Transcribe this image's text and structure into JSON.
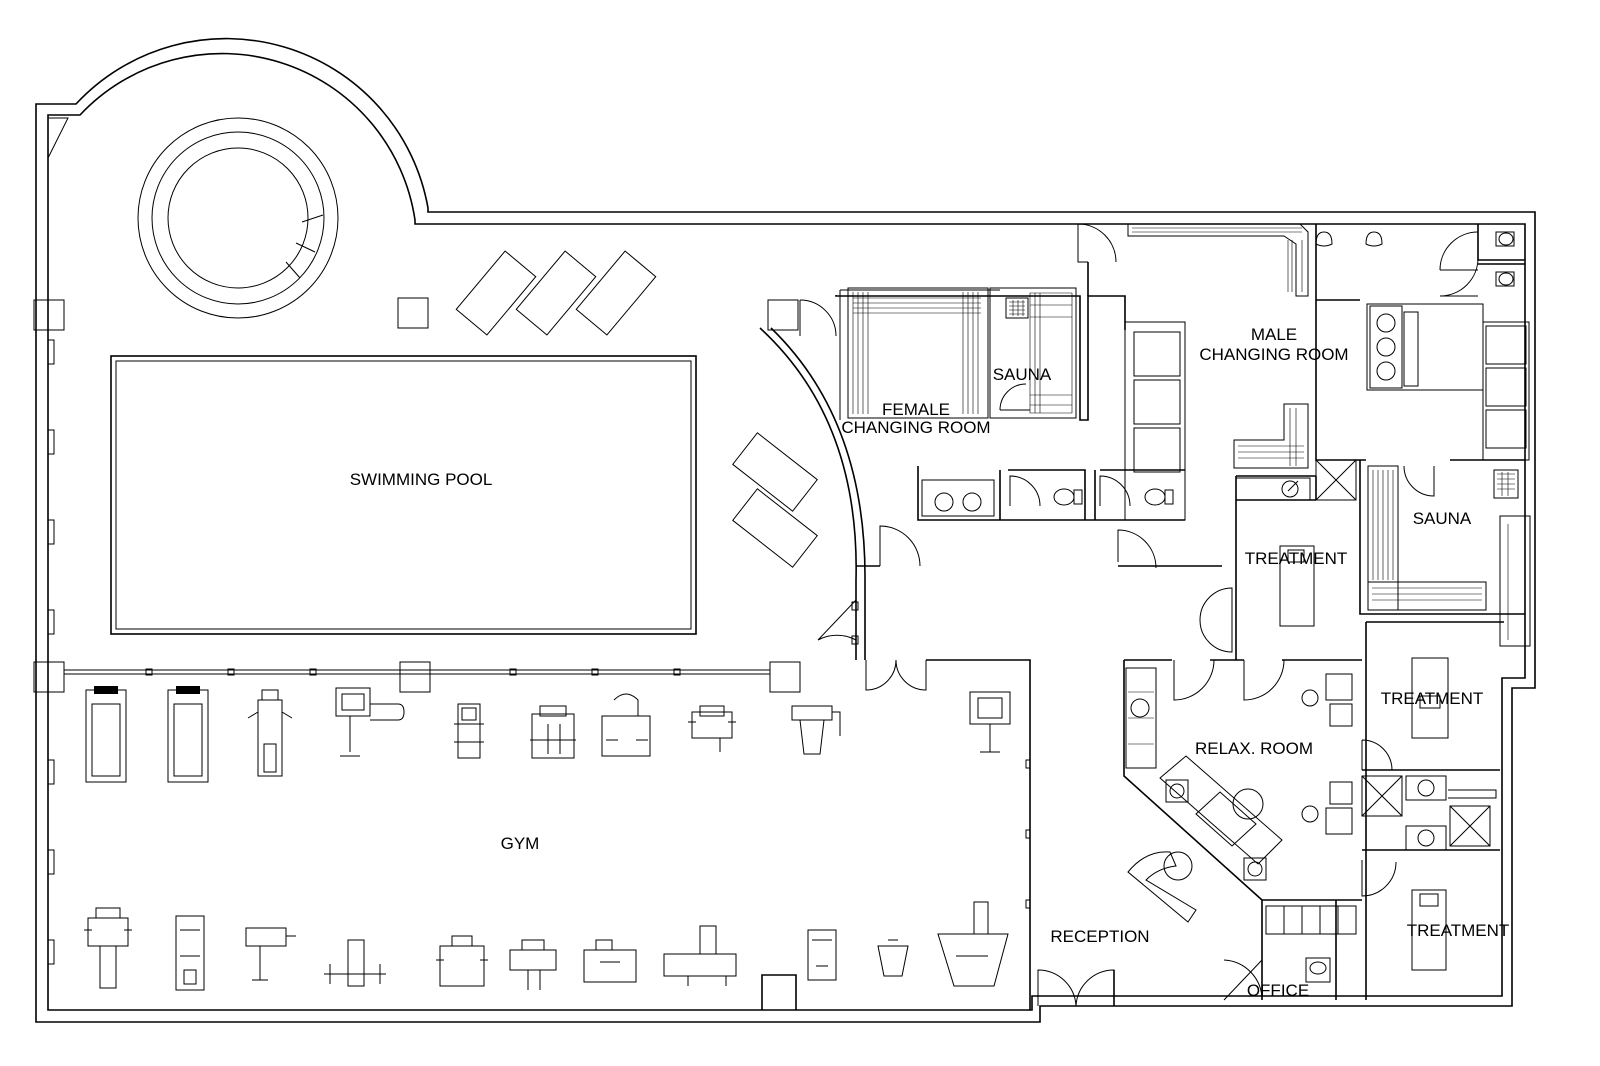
{
  "rooms": {
    "swimming_pool": "SWIMMING POOL",
    "gym": "GYM",
    "female_changing_1": "FEMALE",
    "female_changing_2": "CHANGING ROOM",
    "sauna_female": "SAUNA",
    "male_changing_1": "MALE",
    "male_changing_2": "CHANGING ROOM",
    "sauna_male": "SAUNA",
    "treatment_1": "TREATMENT",
    "treatment_2": "TREATMENT",
    "treatment_3": "TREATMENT",
    "relax_room": "RELAX. ROOM",
    "reception": "RECEPTION",
    "office": "OFFICE"
  }
}
